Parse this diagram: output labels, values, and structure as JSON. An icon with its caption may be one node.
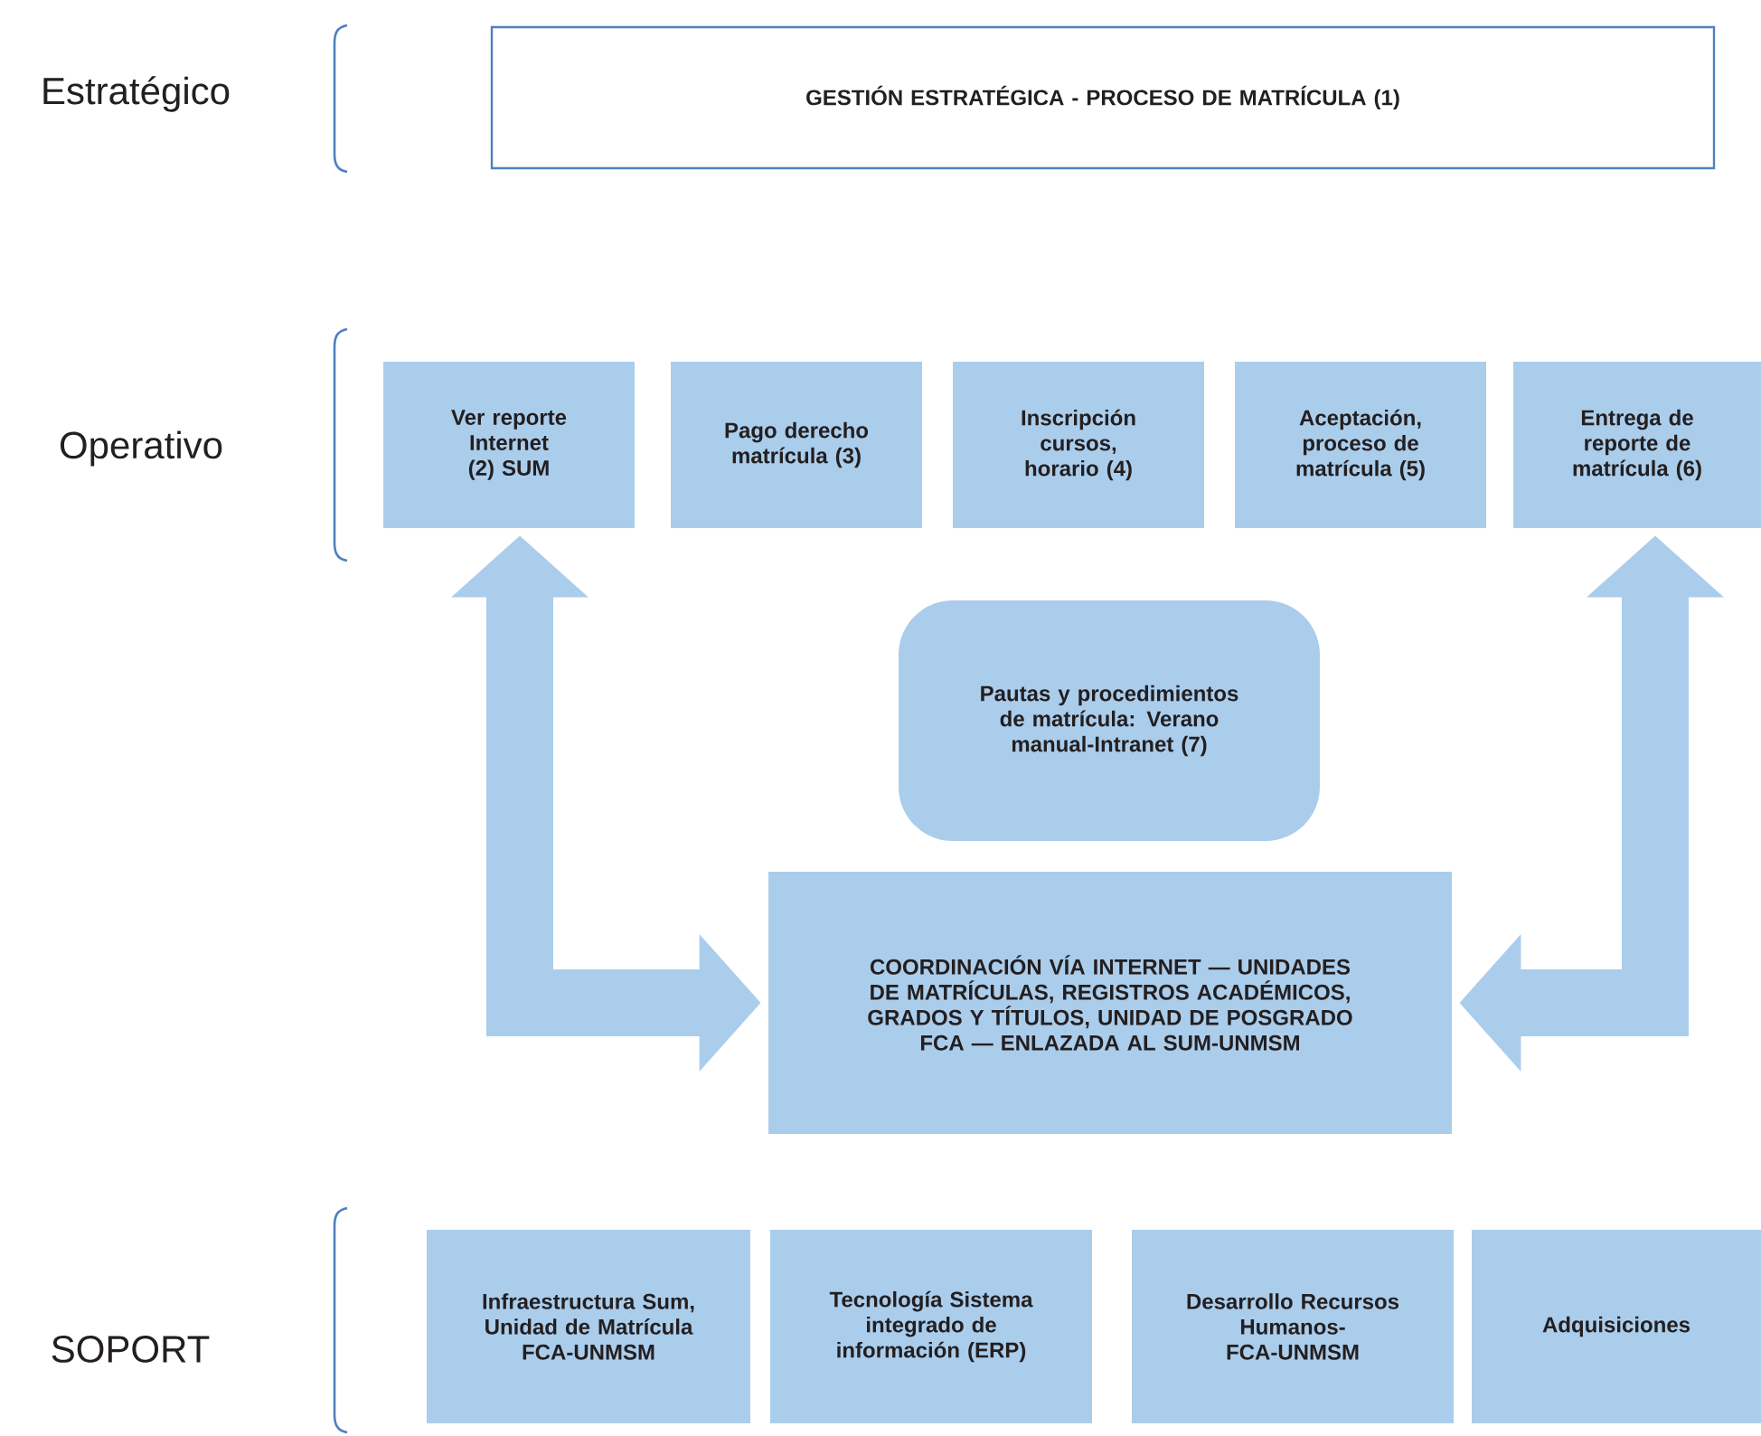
{
  "diagram": {
    "nodes": [
      {
        "text": [
          "GESTIÓN ESTRATÉGICA - PROCESO DE MATRÍCULA (1)"
        ]
      },
      {
        "text": [
          "Ver reporte Internet (2) SUM"
        ]
      },
      {
        "text": [
          "Pago derecho matrícula (3)"
        ]
      },
      {
        "text": [
          "Inscripción cursos, horario (4)"
        ]
      },
      {
        "text": [
          "Aceptación, proceso de matrícula (5)"
        ]
      },
      {
        "text": [
          "Entrega de reporte de matrícula (6)"
        ]
      },
      {
        "text": [
          "Pautas y procedimientos de matrícula: Verano manual-Intranet (7)"
        ]
      },
      {
        "text": [
          "COORDINACIÓN VÍA INTERNET — UNIDADES DE MATRÍCULAS, REGISTROS ACADÉMICOS, GRADOS Y TÍTULOS, UNIDAD DE POSGRADO FCA — ENLAZADA AL SUM-UNMSM"
        ]
      },
      {
        "text": [
          "Infraestructura Sum, Unidad de Matrícula FCA-UNMSM"
        ]
      },
      {
        "text": [
          "Tecnología Sistema integrado de información (ERP)"
        ]
      },
      {
        "text": [
          "Desarrollo Recursos Humanos-FCA-UNMSM"
        ]
      },
      {
        "text": [
          "Adquisiciones"
        ]
      }
    ],
    "edges": [
      {
        "from": 1,
        "to": 7,
        "arrow": "both"
      },
      {
        "from": 7,
        "to": 5,
        "arrow": "both"
      }
    ],
    "labels": [
      "Estratégico",
      "Operativo",
      "SOPORT"
    ]
  }
}
